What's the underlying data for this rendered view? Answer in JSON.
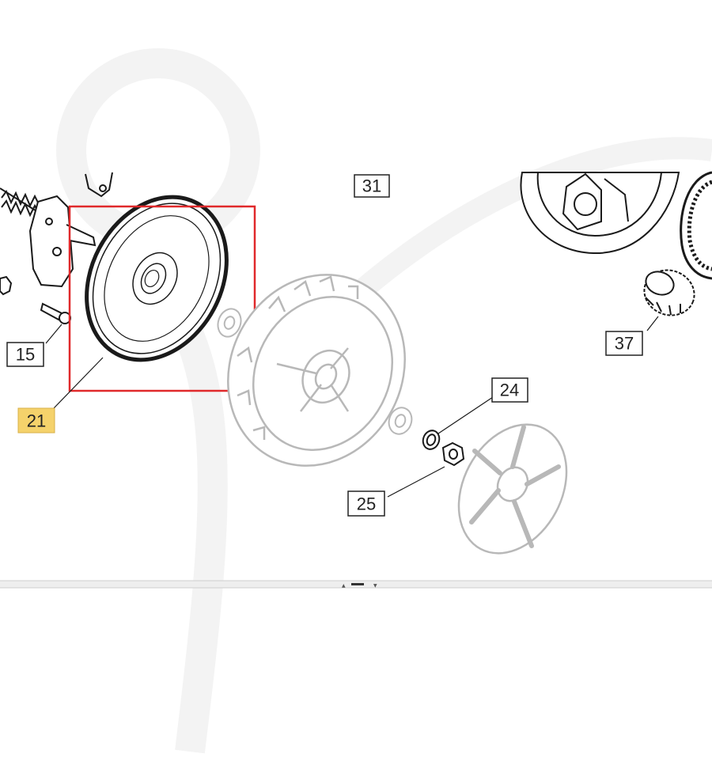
{
  "diagram": {
    "callouts": [
      {
        "id": "31",
        "label": "31",
        "highlighted": false
      },
      {
        "id": "15",
        "label": "15",
        "highlighted": false
      },
      {
        "id": "21",
        "label": "21",
        "highlighted": true
      },
      {
        "id": "37",
        "label": "37",
        "highlighted": false
      },
      {
        "id": "24",
        "label": "24",
        "highlighted": false
      },
      {
        "id": "25",
        "label": "25",
        "highlighted": false
      }
    ],
    "parts": [
      "spring-icon",
      "bracket-icon",
      "screw-icon",
      "nut-icon",
      "brake-disc-icon",
      "bearing-icon",
      "wheel-tyre-icon",
      "ring-gear-icon",
      "pinion-gear-icon",
      "washer-icon",
      "hubcap-icon"
    ],
    "selection_box": {
      "target": "21"
    }
  },
  "colors": {
    "highlight_fill": "#f5d26b",
    "selection_border": "#e0292b",
    "line_dark": "#1a1a1a",
    "line_faded": "#b8b8b8",
    "watermark": "#f3f3f3"
  },
  "scroll_splitter": {
    "up_icon": "▲",
    "down_icon": "▼"
  }
}
